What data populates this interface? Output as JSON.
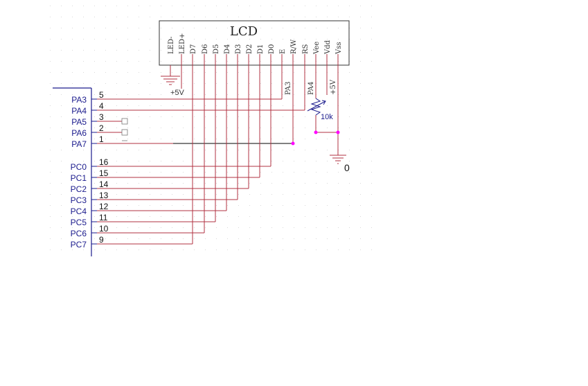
{
  "lcd": {
    "title": "LCD",
    "pins": [
      "LED-",
      "LED+",
      "D7",
      "D6",
      "D5",
      "D4",
      "D3",
      "D2",
      "D1",
      "D0",
      "E",
      "R/W",
      "RS",
      "Vee",
      "Vdd",
      "Vss"
    ]
  },
  "labels": {
    "plus5v_left": "+5V",
    "pa3": "PA3",
    "pa4": "PA4",
    "plus5v_right": "+5V",
    "pot_value": "10k",
    "ground_net": "0"
  },
  "connector": {
    "rows": [
      {
        "label": "PA3",
        "pin": "5"
      },
      {
        "label": "PA4",
        "pin": "4"
      },
      {
        "label": "PA5",
        "pin": "3"
      },
      {
        "label": "PA6",
        "pin": "2"
      },
      {
        "label": "PA7",
        "pin": "1"
      },
      {
        "label": "PC0",
        "pin": "16"
      },
      {
        "label": "PC1",
        "pin": "15"
      },
      {
        "label": "PC2",
        "pin": "14"
      },
      {
        "label": "PC3",
        "pin": "13"
      },
      {
        "label": "PC4",
        "pin": "12"
      },
      {
        "label": "PC5",
        "pin": "11"
      },
      {
        "label": "PC6",
        "pin": "10"
      },
      {
        "label": "PC7",
        "pin": "9"
      }
    ]
  },
  "colors": {
    "wire": "#b03040",
    "junction": "#ff00ff",
    "connector": "#1a1a8c",
    "part": "#222222",
    "grid": "#d8d8d8"
  }
}
